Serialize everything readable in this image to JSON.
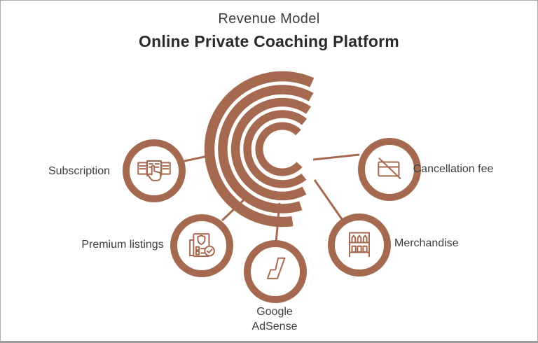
{
  "title": "Revenue Model",
  "subtitle": "Online Private Coaching Platform",
  "colors": {
    "accent": "#a5694f",
    "text_dark": "#3d3d3d",
    "title_dark": "#2b2b2b",
    "frame_border": "#ababab"
  },
  "center": {
    "motif": "concentric-spiral-arcs",
    "arc_count": 5
  },
  "nodes": [
    {
      "id": "subscription",
      "label": "Subscription",
      "icon": "hand-pressing-tickets-icon"
    },
    {
      "id": "premium-listings",
      "label": "Premium listings",
      "icon": "verified-listing-document-icon"
    },
    {
      "id": "google-adsense",
      "label": "Google AdSense",
      "icon": "adsense-logo-icon"
    },
    {
      "id": "merchandise",
      "label": "Merchandise",
      "icon": "merchandise-shelf-icon"
    },
    {
      "id": "cancellation-fee",
      "label": "Cancellation fee",
      "icon": "crossed-credit-card-icon"
    }
  ]
}
